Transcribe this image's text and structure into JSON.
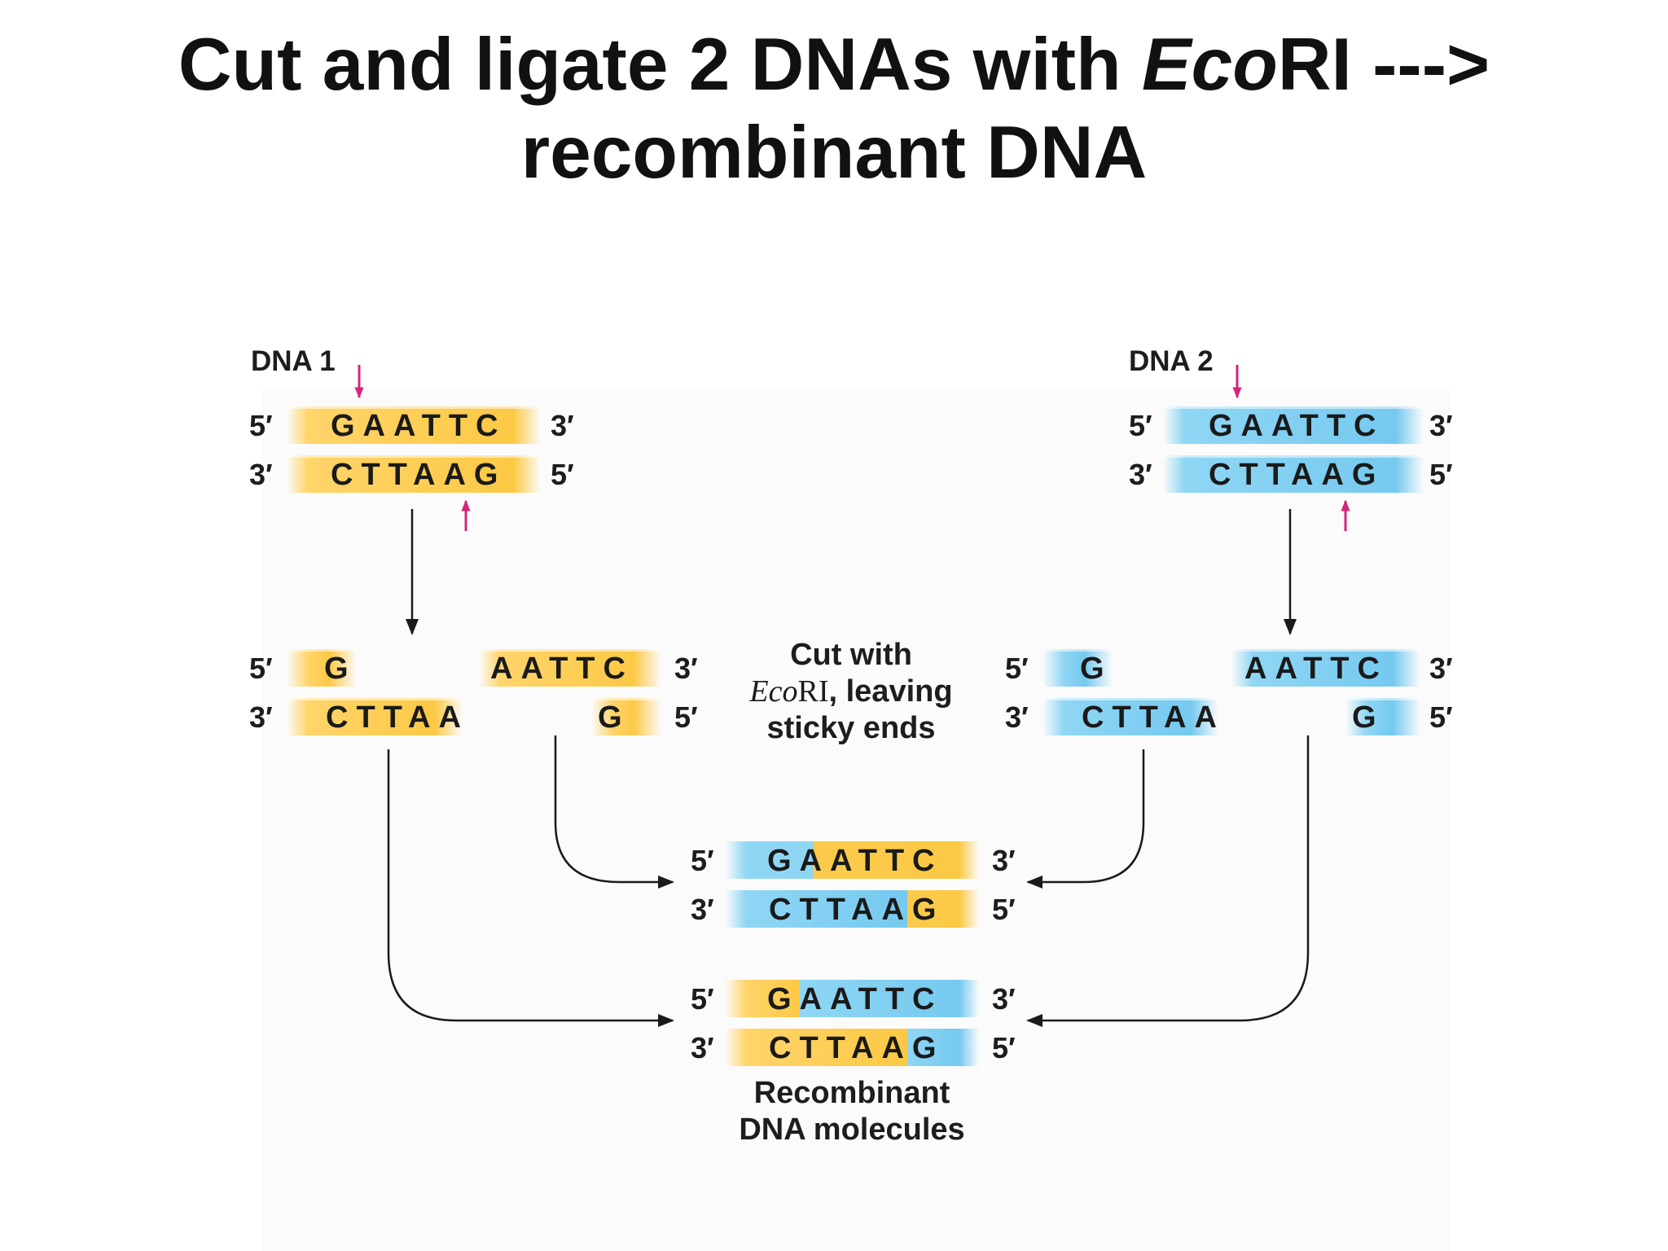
{
  "title": {
    "line1_pre": "Cut and ligate 2 DNAs with ",
    "line1_italic": "Eco",
    "line1_post": "RI --->",
    "line2": "recombinant DNA"
  },
  "dna1": {
    "label": "DNA 1",
    "top_seq": "GAATTC",
    "bottom_seq": "CTTAAG",
    "cut_left_top": "G",
    "cut_left_bottom": "CTTAA",
    "cut_right_top": "AATTC",
    "cut_right_bottom": "G"
  },
  "dna2": {
    "label": "DNA 2",
    "top_seq": "GAATTC",
    "bottom_seq": "CTTAAG",
    "cut_left_top": "G",
    "cut_left_bottom": "CTTAA",
    "cut_right_top": "AATTC",
    "cut_right_bottom": "G"
  },
  "ends": {
    "five": "5′",
    "three": "3′"
  },
  "middle_caption": {
    "line1": "Cut with",
    "line2_italic": "Eco",
    "line2_serif": "RI",
    "line2_rest": ", leaving",
    "line3": "sticky  ends"
  },
  "recombinant1": {
    "top_seq": "GAATTC",
    "bottom_seq": "CTTAAG"
  },
  "recombinant2": {
    "top_seq": "GAATTC",
    "bottom_seq": "CTTAAG"
  },
  "bottom_caption": {
    "line1": "Recombinant",
    "line2": "DNA molecules"
  },
  "colors": {
    "dna1": "#fcc945",
    "dna2": "#75c9ef",
    "cut_arrow": "#d6247f",
    "flow_arrow": "#1a1a1a"
  }
}
